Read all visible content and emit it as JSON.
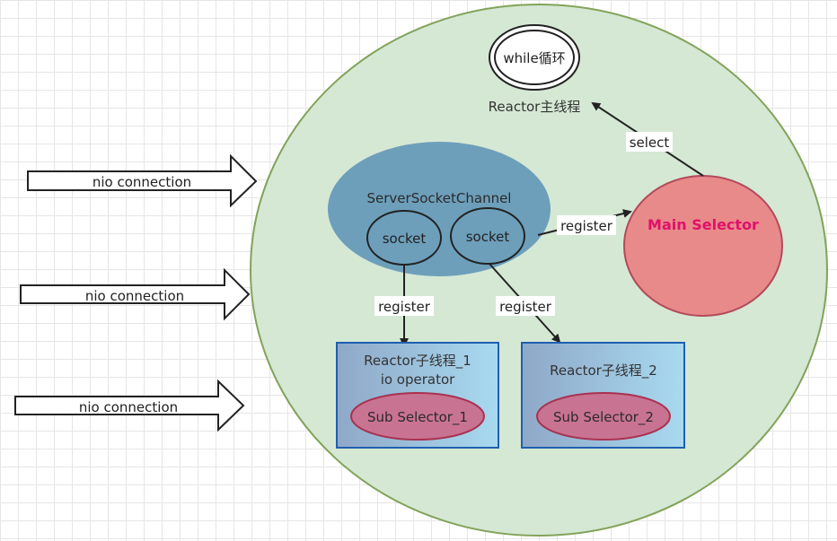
{
  "reactor_main": {
    "loop_label": "while循环",
    "title": "Reactor主线程"
  },
  "server_channel": {
    "title": "ServerSocketChannel",
    "sockets": [
      "socket",
      "socket"
    ]
  },
  "main_selector": {
    "label": "Main Selector"
  },
  "connections": [
    {
      "label": "nio connection"
    },
    {
      "label": "nio connection"
    },
    {
      "label": "nio connection"
    }
  ],
  "edges": {
    "select": "select",
    "register_main": "register",
    "register_sub1": "register",
    "register_sub2": "register"
  },
  "sub_reactors": [
    {
      "title": "Reactor子线程_1",
      "subtitle": "io operator",
      "selector": "Sub Selector_1"
    },
    {
      "title": "Reactor子线程_2",
      "subtitle": "",
      "selector": "Sub Selector_2"
    }
  ],
  "colors": {
    "outer_fill": "#d5e8d4",
    "outer_stroke": "#82a35a",
    "channel_fill": "#6d9fbb",
    "main_selector_fill": "#e88a8a",
    "main_selector_text": "#e0106a",
    "sub_box_stroke": "#1f5fb0",
    "sub_selector_fill": "#c97393"
  }
}
